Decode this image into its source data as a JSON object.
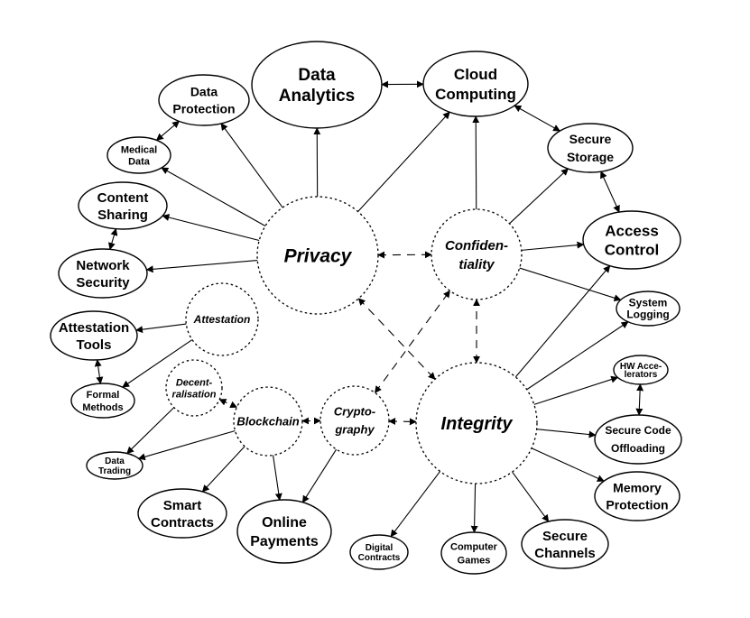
{
  "nodes": {
    "data_analytics": [
      "Data",
      "Analytics"
    ],
    "cloud_computing": [
      "Cloud",
      "Computing"
    ],
    "data_protection": [
      "Data",
      "Protection"
    ],
    "medical_data": [
      "Medical",
      "Data"
    ],
    "content_sharing": [
      "Content",
      "Sharing"
    ],
    "network_security": [
      "Network",
      "Security"
    ],
    "privacy": [
      "Privacy"
    ],
    "confidentiality": [
      "Confiden-",
      "tiality"
    ],
    "secure_storage": [
      "Secure",
      "Storage"
    ],
    "access_control": [
      "Access",
      "Control"
    ],
    "system_logging": [
      "System",
      "Logging"
    ],
    "attestation": [
      "Attestation"
    ],
    "attestation_tools": [
      "Attestation",
      "Tools"
    ],
    "formal_methods": [
      "Formal",
      "Methods"
    ],
    "decentralisation": [
      "Decent-",
      "ralisation"
    ],
    "blockchain": [
      "Blockchain"
    ],
    "cryptography": [
      "Crypto-",
      "graphy"
    ],
    "integrity": [
      "Integrity"
    ],
    "hw_accelerators": [
      "HW Acce-",
      "lerators"
    ],
    "secure_code_offloading": [
      "Secure Code",
      "Offloading"
    ],
    "memory_protection": [
      "Memory",
      "Protection"
    ],
    "secure_channels": [
      "Secure",
      "Channels"
    ],
    "computer_games": [
      "Computer",
      "Games"
    ],
    "digital_contracts": [
      "Digital",
      "Contracts"
    ],
    "online_payments": [
      "Online",
      "Payments"
    ],
    "smart_contracts": [
      "Smart",
      "Contracts"
    ],
    "data_trading": [
      "Data",
      "Trading"
    ]
  }
}
